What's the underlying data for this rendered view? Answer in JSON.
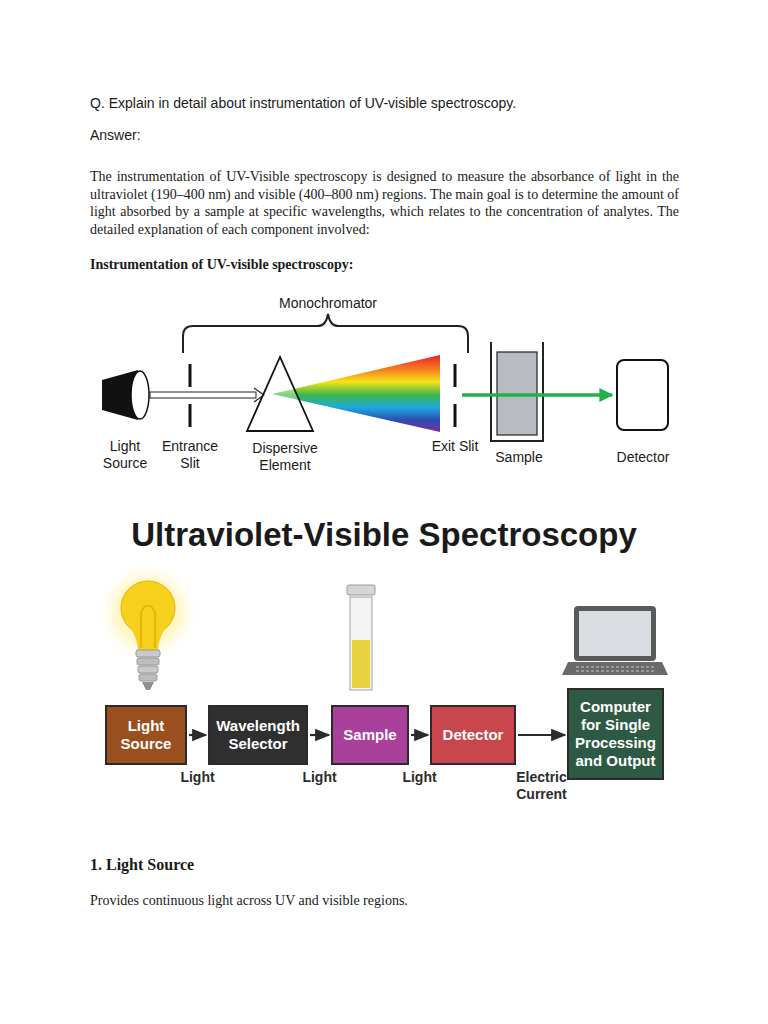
{
  "diagram": {
    "title": "Ultraviolet-Visible Spectroscopy",
    "nodes": [
      {
        "text": [
          "Light Source"
        ]
      },
      {
        "text": [
          "Wavelength Selector"
        ]
      },
      {
        "text": [
          "Sample"
        ]
      },
      {
        "text": [
          "Detector"
        ]
      },
      {
        "text": [
          "Computer for Single Processing and Output"
        ]
      }
    ],
    "edges": [
      {
        "from": 0,
        "to": 1,
        "arrow": "to",
        "label": "Light"
      },
      {
        "from": 1,
        "to": 2,
        "arrow": "to",
        "label": "Light"
      },
      {
        "from": 2,
        "to": 3,
        "arrow": "to",
        "label": "Light"
      },
      {
        "from": 3,
        "to": 4,
        "arrow": "to",
        "label": "Electric Current"
      }
    ],
    "labels": [
      "Q. Explain in detail about instrumentation of UV-visible spectroscopy.",
      "Answer:",
      "The instrumentation of UV-Visible spectroscopy is designed to measure the absorbance of light in the ultraviolet (190–400 nm) and visible (400–800 nm) regions. The main goal is to determine the amount of light absorbed by a sample at specific wavelengths, which relates to the concentration of analytes. The detailed explanation of each component involved:",
      "Instrumentation of UV-visible spectroscopy:",
      "Monochromator",
      "Light Source",
      "Entrance Slit",
      "Dispersive Element",
      "Exit Slit",
      "Sample",
      "Detector",
      "1. Light Source",
      "Provides continuous light across UV and visible regions."
    ]
  }
}
